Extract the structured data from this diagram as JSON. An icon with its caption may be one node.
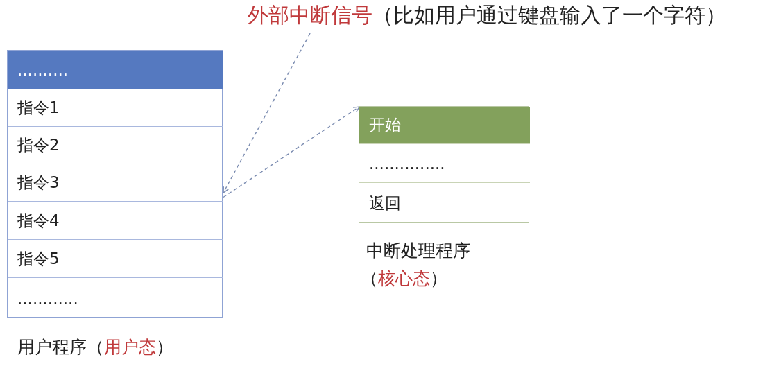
{
  "diagram": {
    "nodes": [
      {
        "text": [
          "外部中断信号",
          "（比如用户通过键盘输入了一个字符）"
        ]
      },
      {
        "text": [],
        "shape": "box",
        "beside": [
          "用户程序",
          "（用户态）"
        ]
      },
      {
        "text": [
          ".........."
        ],
        "in": 1
      },
      {
        "text": [
          "指令1"
        ],
        "in": 1
      },
      {
        "text": [
          "指令2"
        ],
        "in": 1
      },
      {
        "text": [
          "指令3"
        ],
        "in": 1
      },
      {
        "text": [
          "指令4"
        ],
        "in": 1
      },
      {
        "text": [
          "指令5"
        ],
        "in": 1
      },
      {
        "text": [
          "............"
        ],
        "in": 1
      },
      {
        "text": [],
        "shape": "box",
        "beside": [
          "中断处理程序",
          "（核心态）"
        ]
      },
      {
        "text": [
          "开始"
        ],
        "in": 9
      },
      {
        "text": [
          "..............."
        ],
        "in": 9
      },
      {
        "text": [
          "返回"
        ],
        "in": 9
      }
    ],
    "edges": [
      {
        "from": 0,
        "to": 5,
        "arrow": "to",
        "style": "dashed"
      },
      {
        "from": 5,
        "to": 10,
        "arrow": "to",
        "style": "dashed"
      }
    ]
  }
}
